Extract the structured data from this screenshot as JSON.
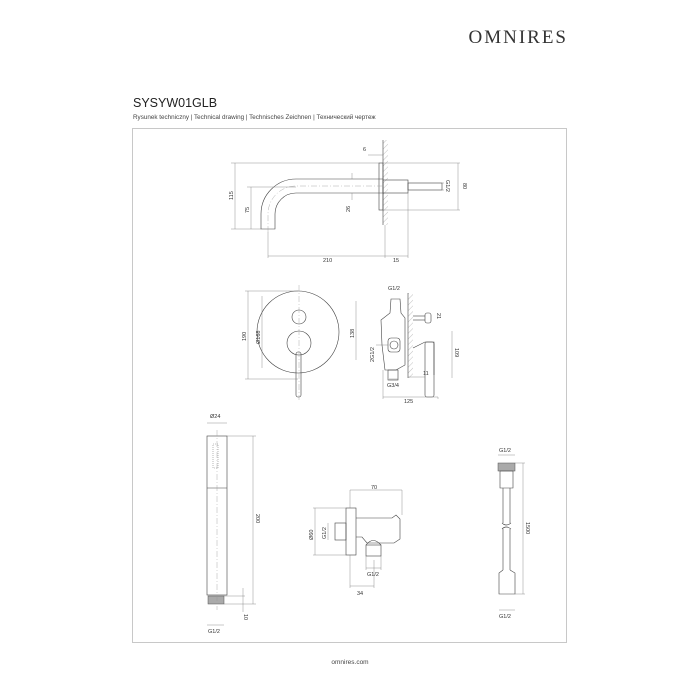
{
  "header": {
    "brand": "OMNIRES",
    "product_code": "SYSYW01GLB",
    "subtitle": "Rysunek techniczny | Technical drawing | Technisches Zeichnen | Технический чертеж"
  },
  "drawings": {
    "spout": {
      "d6": "6",
      "d115": "115",
      "d75": "75",
      "d26": "26",
      "d210": "210",
      "d15": "15",
      "d80": "80",
      "thread": "G1/2"
    },
    "mixer_front": {
      "d190": "190",
      "d168": "Ø168"
    },
    "mixer_side": {
      "thread_top": "G1/2",
      "d138": "138",
      "thread_side": "2G1/2",
      "d21": "21",
      "d109": "109",
      "d11": "11",
      "thread_bottom": "G3/4",
      "d125": "125"
    },
    "hand_shower": {
      "d24": "Ø24",
      "d200": "200",
      "d10": "10",
      "thread": "G1/2"
    },
    "wall_elbow": {
      "d70": "70",
      "d60": "Ø60",
      "thread_in": "G1/2",
      "thread_out": "G1/2",
      "d34": "34"
    },
    "hose": {
      "thread_top": "G1/2",
      "d1500": "1500",
      "thread_bottom": "G1/2"
    }
  },
  "footer": {
    "url": "omnires.com"
  }
}
